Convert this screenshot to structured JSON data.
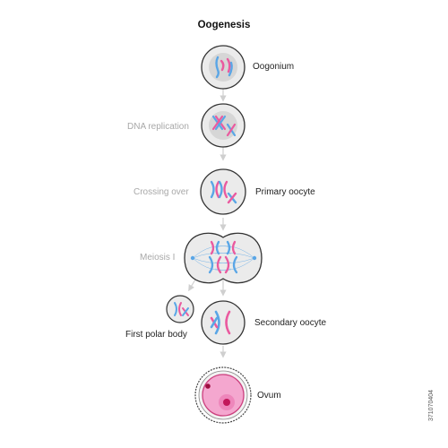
{
  "title": "Oogenesis",
  "stages": {
    "oogonium": "Oogonium",
    "primary_oocyte": "Primary oocyte",
    "first_polar_body": "First polar body",
    "secondary_oocyte": "Secondary oocyte",
    "ovum": "Ovum"
  },
  "processes": {
    "dna_replication": "DNA replication",
    "crossing_over": "Crossing over",
    "meiosis_1": "Meiosis I"
  },
  "stock_id": "371070404",
  "colors": {
    "blue_chromosome": "#5aa6e6",
    "pink_chromosome": "#ea5a9f",
    "cell_fill": "#ebebeb",
    "nucleus_fill": "#d6d6d6",
    "ovum_fill": "#f4a7cf",
    "arrow": "#cfcfcf"
  }
}
